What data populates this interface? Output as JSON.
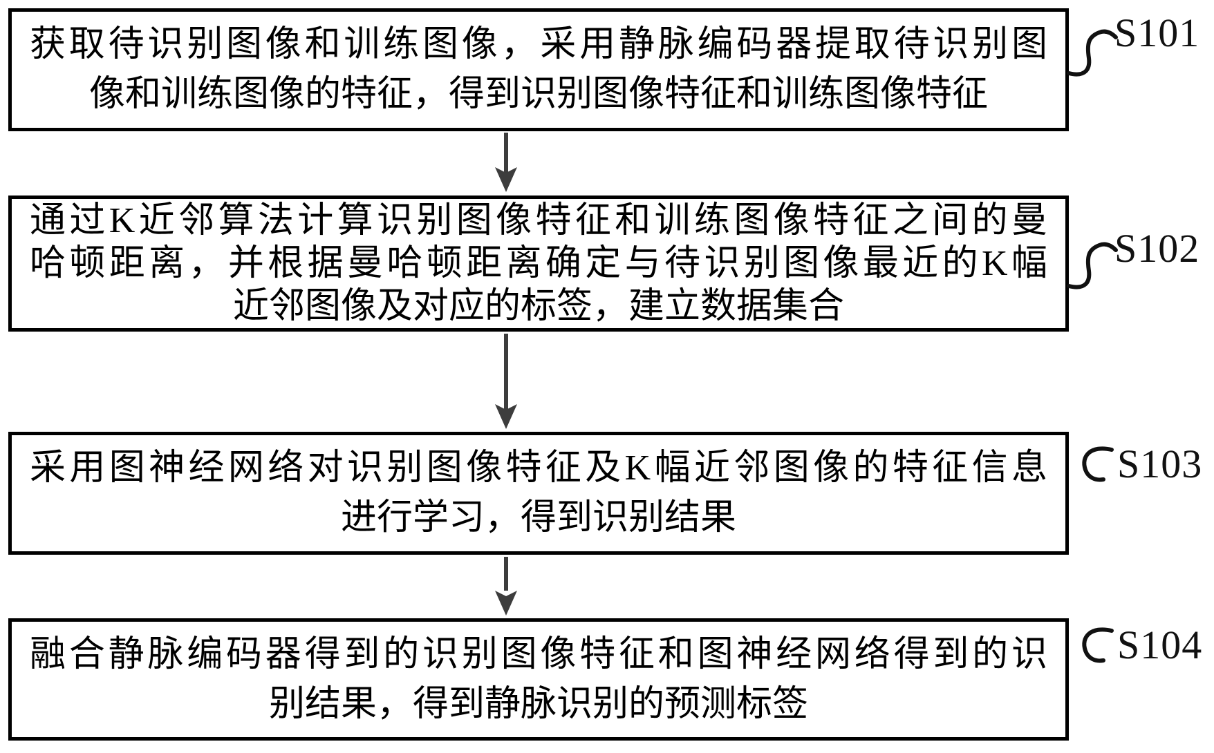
{
  "flowchart": {
    "steps": [
      {
        "step_label": "S101",
        "lines": [
          "获取待识别图像和训练图像，采用静脉编码器提取待识别图",
          "像和训练图像的特征，得到识别图像特征和训练图像特征"
        ]
      },
      {
        "step_label": "S102",
        "lines": [
          "通过K近邻算法计算识别图像特征和训练图像特征之间的曼",
          "哈顿距离，并根据曼哈顿距离确定与待识别图像最近的K幅",
          "近邻图像及对应的标签，建立数据集合"
        ]
      },
      {
        "step_label": "S103",
        "lines": [
          "采用图神经网络对识别图像特征及K幅近邻图像的特征信息",
          "进行学习，得到识别结果"
        ]
      },
      {
        "step_label": "S104",
        "lines": [
          "融合静脉编码器得到的识别图像特征和图神经网络得到的识",
          "别结果，得到静脉识别的预测标签"
        ]
      }
    ],
    "colors": {
      "box_border": "#000000",
      "text": "#000000",
      "arrow": "#3d3d3d",
      "leader_line": "#111111",
      "background": "#ffffff"
    }
  }
}
